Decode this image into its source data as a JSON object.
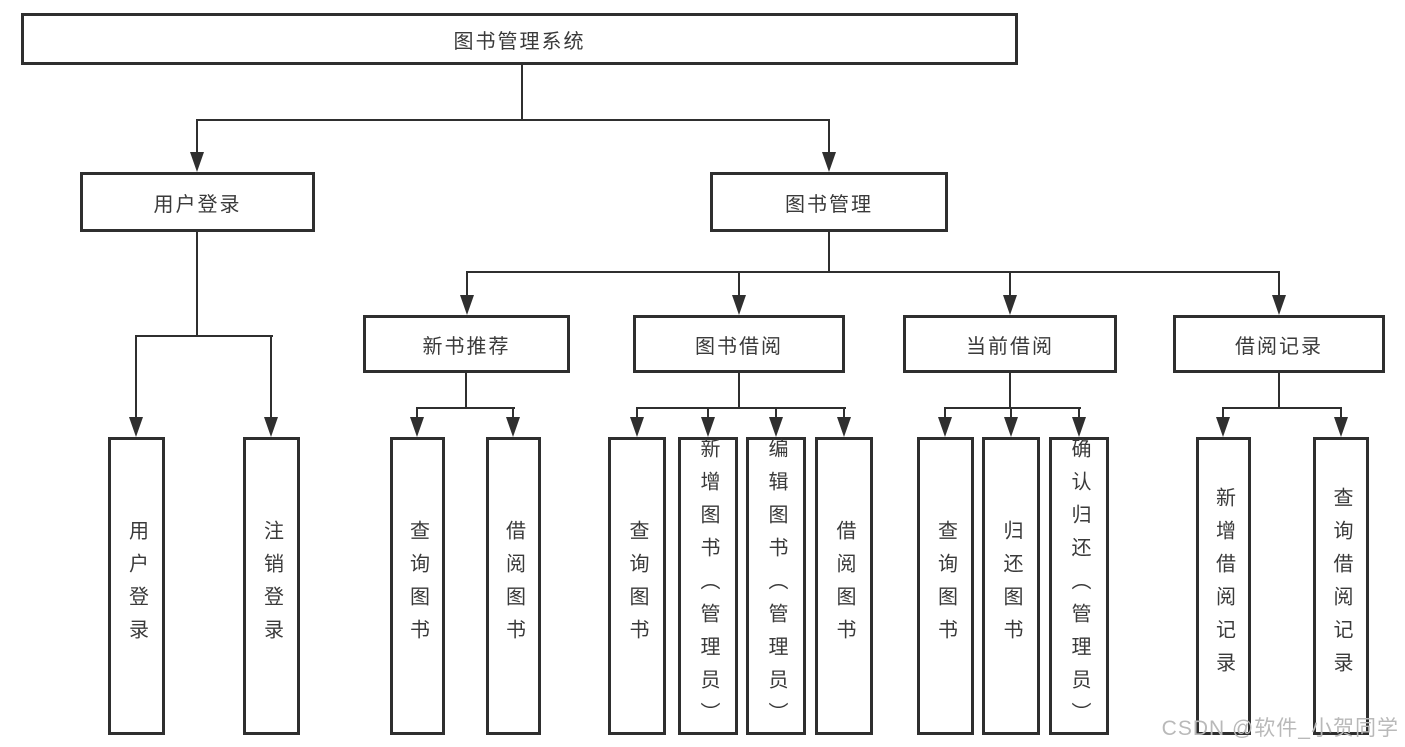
{
  "tree": {
    "root": {
      "label": "图书管理系统"
    },
    "children": [
      {
        "label": "用户登录",
        "children": [
          {
            "label": "用户登录"
          },
          {
            "label": "注销登录"
          }
        ]
      },
      {
        "label": "图书管理",
        "children": [
          {
            "label": "新书推荐",
            "children": [
              {
                "label": "查询图书"
              },
              {
                "label": "借阅图书"
              }
            ]
          },
          {
            "label": "图书借阅",
            "children": [
              {
                "label": "查询图书"
              },
              {
                "label": "新增图书（管理员）"
              },
              {
                "label": "编辑图书（管理员）"
              },
              {
                "label": "借阅图书"
              }
            ]
          },
          {
            "label": "当前借阅",
            "children": [
              {
                "label": "查询图书"
              },
              {
                "label": "归还图书"
              },
              {
                "label": "确认归还（管理员）"
              }
            ]
          },
          {
            "label": "借阅记录",
            "children": [
              {
                "label": "新增借阅记录"
              },
              {
                "label": "查询借阅记录"
              }
            ]
          }
        ]
      }
    ]
  },
  "watermark": {
    "text": "CSDN @软件_小贺同学"
  },
  "colors": {
    "line": "#2f2f2f",
    "text": "#3a3a3a",
    "watermark": "#b9b9b9",
    "background": "#ffffff"
  }
}
